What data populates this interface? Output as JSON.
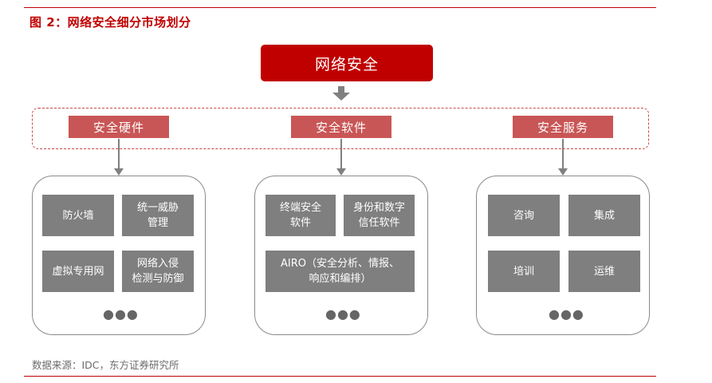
{
  "figure_title": "图 2：网络安全细分市场划分",
  "root": "网络安全",
  "categories": [
    {
      "name": "安全硬件",
      "items": [
        "防火墙",
        "统一威胁\n管理",
        "虚拟专用网",
        "网络入侵\n检测与防御"
      ],
      "more": "●●●"
    },
    {
      "name": "安全软件",
      "items": [
        "终端安全\n软件",
        "身份和数字\n信任软件",
        "AIRO（安全分析、情报、\n响应和编排）"
      ],
      "more": "●●●"
    },
    {
      "name": "安全服务",
      "items": [
        "咨询",
        "集成",
        "培训",
        "运维"
      ],
      "more": "●●●"
    }
  ],
  "source": "数据来源：IDC，东方证券研究所",
  "colors": {
    "accent_red": "#c00000",
    "category_red": "#c95656",
    "tile_gray": "#7f7f7f",
    "arrow_gray": "#808080"
  }
}
